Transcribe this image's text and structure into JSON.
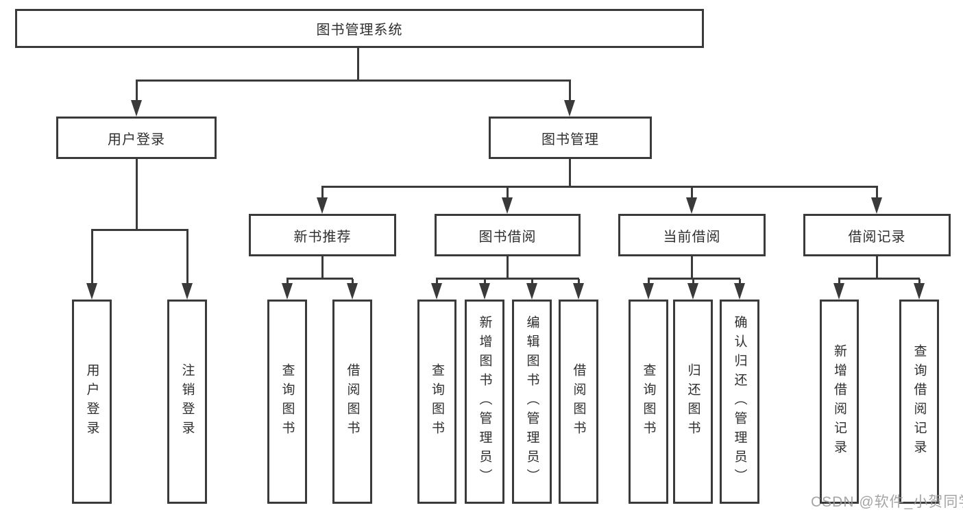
{
  "diagram": {
    "root": "图书管理系统",
    "level2": {
      "user_login": "用户登录",
      "book_mgmt": "图书管理"
    },
    "level3": {
      "new_books": "新书推荐",
      "book_borrow": "图书借阅",
      "current_borrow": "当前借阅",
      "borrow_records": "借阅记录"
    },
    "leaves": {
      "user": [
        "用户登录",
        "注销登录"
      ],
      "new_books": [
        "查询图书",
        "借阅图书"
      ],
      "book_borrow": [
        "查询图书",
        "新增图书（管理员）",
        "编辑图书（管理员）",
        "借阅图书"
      ],
      "current_borrow": [
        "查询图书",
        "归还图书",
        "确认归还（管理员）"
      ],
      "borrow_records": [
        "新增借阅记录",
        "查询借阅记录"
      ]
    },
    "colors": {
      "line": "#3a3a3a",
      "box_background": "#ffffff",
      "text": "#2f2f2f",
      "watermark": "#9b9b9b"
    },
    "watermark": "CSDN @软件_小贺同学"
  }
}
